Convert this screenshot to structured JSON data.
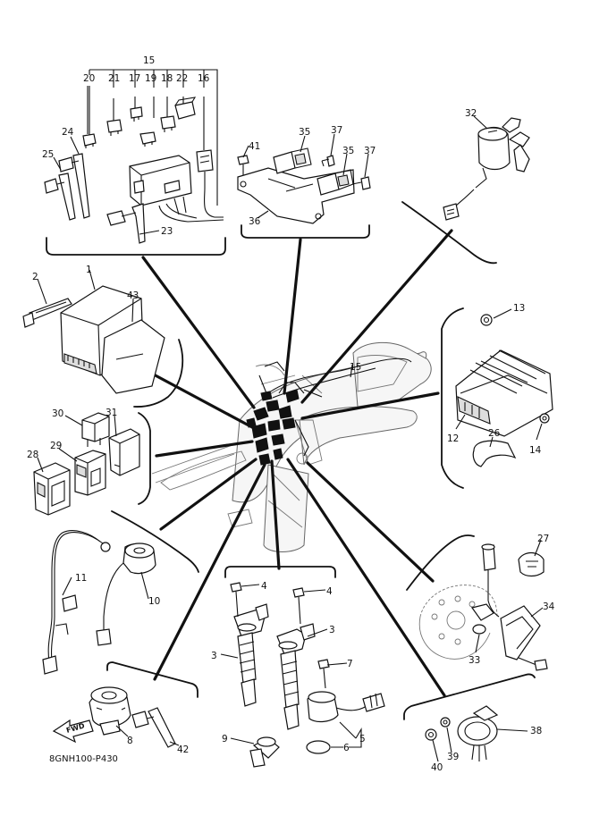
{
  "diagram_code": "8GNH100-P430",
  "fwd_label": "FWD",
  "callouts": {
    "n1": "1",
    "n2": "2",
    "n3a": "3",
    "n3b": "3",
    "n4a": "4",
    "n4b": "4",
    "n5": "5",
    "n6": "6",
    "n7": "7",
    "n8": "8",
    "n9": "9",
    "n10": "10",
    "n11": "11",
    "n12": "12",
    "n13": "13",
    "n14": "14",
    "n15a": "15",
    "n15b": "15",
    "n16": "16",
    "n17": "17",
    "n18": "18",
    "n19": "19",
    "n20": "20",
    "n21": "21",
    "n22": "22",
    "n23": "23",
    "n24": "24",
    "n25": "25",
    "n26": "26",
    "n27": "27",
    "n28": "28",
    "n29": "29",
    "n30": "30",
    "n31": "31",
    "n32": "32",
    "n33": "33",
    "n34": "34",
    "n35a": "35",
    "n35b": "35",
    "n36": "36",
    "n37a": "37",
    "n37b": "37",
    "n38": "38",
    "n39": "39",
    "n40": "40",
    "n41": "41",
    "n42": "42",
    "n43": "43"
  }
}
